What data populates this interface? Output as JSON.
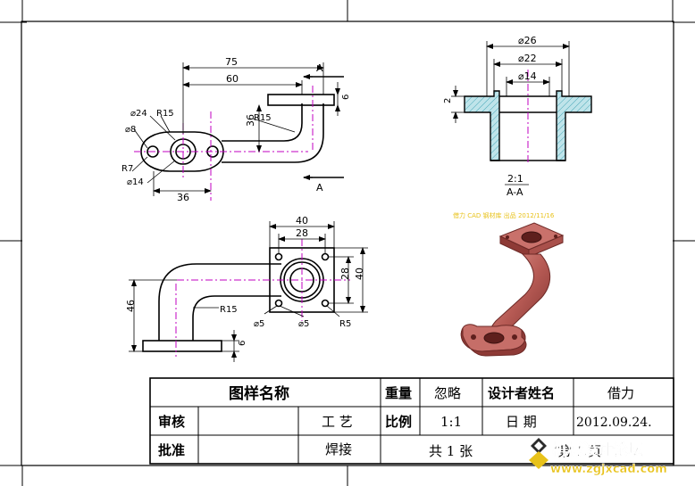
{
  "dimensions": {
    "top": {
      "d75": "75",
      "d60": "60",
      "d36v": "36",
      "d36h": "36",
      "d6": "6",
      "r15": "R15",
      "phi24": "⌀24",
      "r15b": "R15",
      "phi8": "⌀8",
      "r7": "R7",
      "phi14": "⌀14",
      "sec_a1": "A",
      "sec_a2": "A"
    },
    "section": {
      "phi26": "⌀26",
      "phi22": "⌀22",
      "phi14": "⌀14",
      "d2": "2",
      "scale": "2:1",
      "name": "A-A"
    },
    "front": {
      "d40": "40",
      "d28": "28",
      "d28v": "28",
      "d40v": "40",
      "d46": "46",
      "r15": "R15",
      "phi5a": "⌀5",
      "phi5b": "⌀5",
      "r5": "R5",
      "d6": "6"
    }
  },
  "watermark_red": "借力 CAD 钢材库 出品 2012/11/16",
  "title_block": {
    "drawing_name": "图样名称",
    "weight_label": "重量",
    "weight_value": "忽略",
    "designer_label": "设计者姓名",
    "designer_value": "借力",
    "review_label": "审核",
    "process_label": "工  艺",
    "scale_label": "比例",
    "scale_value": "1:1",
    "date_label": "日  期",
    "date_value": "2012.09.24.",
    "approve_label": "批准",
    "welding": "焊接",
    "sheets": "共  1  张",
    "page": "第  1  页"
  },
  "site_watermark": {
    "line1": "机械设计论坛",
    "line2": "www.zgjxcad.com"
  },
  "colors": {
    "centerline": "#c000c0",
    "hatch": "#4aa8b8",
    "render_body": "#b8605a",
    "watermark_text": "#e8c21a"
  }
}
